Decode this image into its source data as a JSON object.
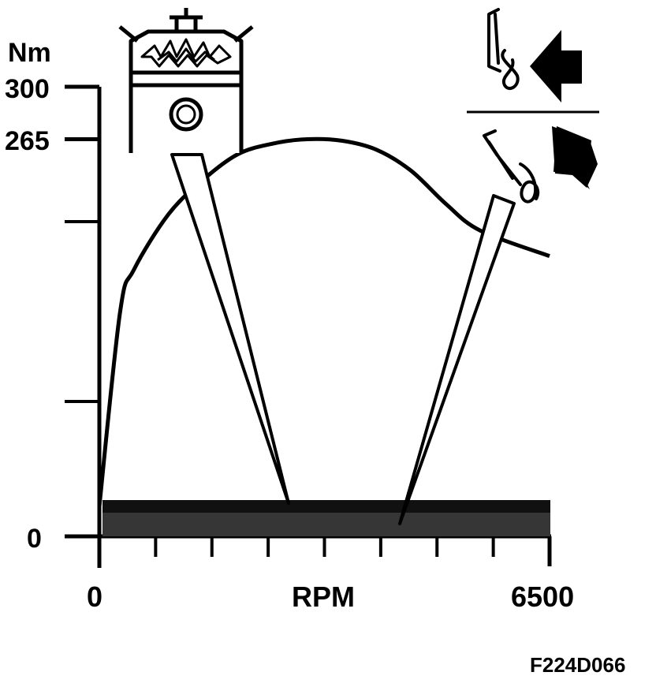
{
  "chart_data": {
    "type": "line",
    "ylabel": "Nm",
    "xlabel": "RPM",
    "xlim": [
      0,
      6500
    ],
    "ylim": [
      0,
      300
    ],
    "y_tick_labels": [
      "300",
      "265",
      "0"
    ],
    "x_tick_labels": [
      "0",
      "6500"
    ],
    "x_minor_ticks": 7,
    "y_minor_ticks": 2,
    "series": [
      {
        "x": [
          0,
          300,
          500,
          1000,
          1500,
          2000,
          2500,
          3000,
          3500,
          4000,
          4500,
          5000,
          5500,
          6500
        ],
        "y": [
          20,
          150,
          178,
          215,
          238,
          255,
          262,
          265,
          264,
          258,
          244,
          222,
          204,
          187
        ]
      }
    ],
    "grid": false
  },
  "figure_code": "F224D066",
  "colors": {
    "ink": "#000000",
    "band": "#111111",
    "band_texture": "#555555",
    "background": "#ffffff"
  },
  "icons": [
    "piston-combustion-icon",
    "valve-spring-icon",
    "arrow-left-icon",
    "arrow-diagonal-icon"
  ]
}
